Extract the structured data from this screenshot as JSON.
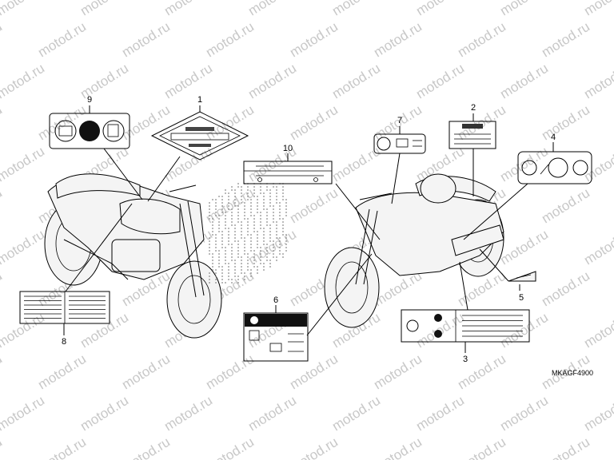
{
  "callouts": [
    "1",
    "2",
    "3",
    "4",
    "5",
    "6",
    "7",
    "8",
    "9",
    "10"
  ],
  "diagram_code": "MKAGF4900",
  "watermark": "motod.ru",
  "colors": {
    "line": "#000000",
    "watermark": "#c8c8c8"
  }
}
